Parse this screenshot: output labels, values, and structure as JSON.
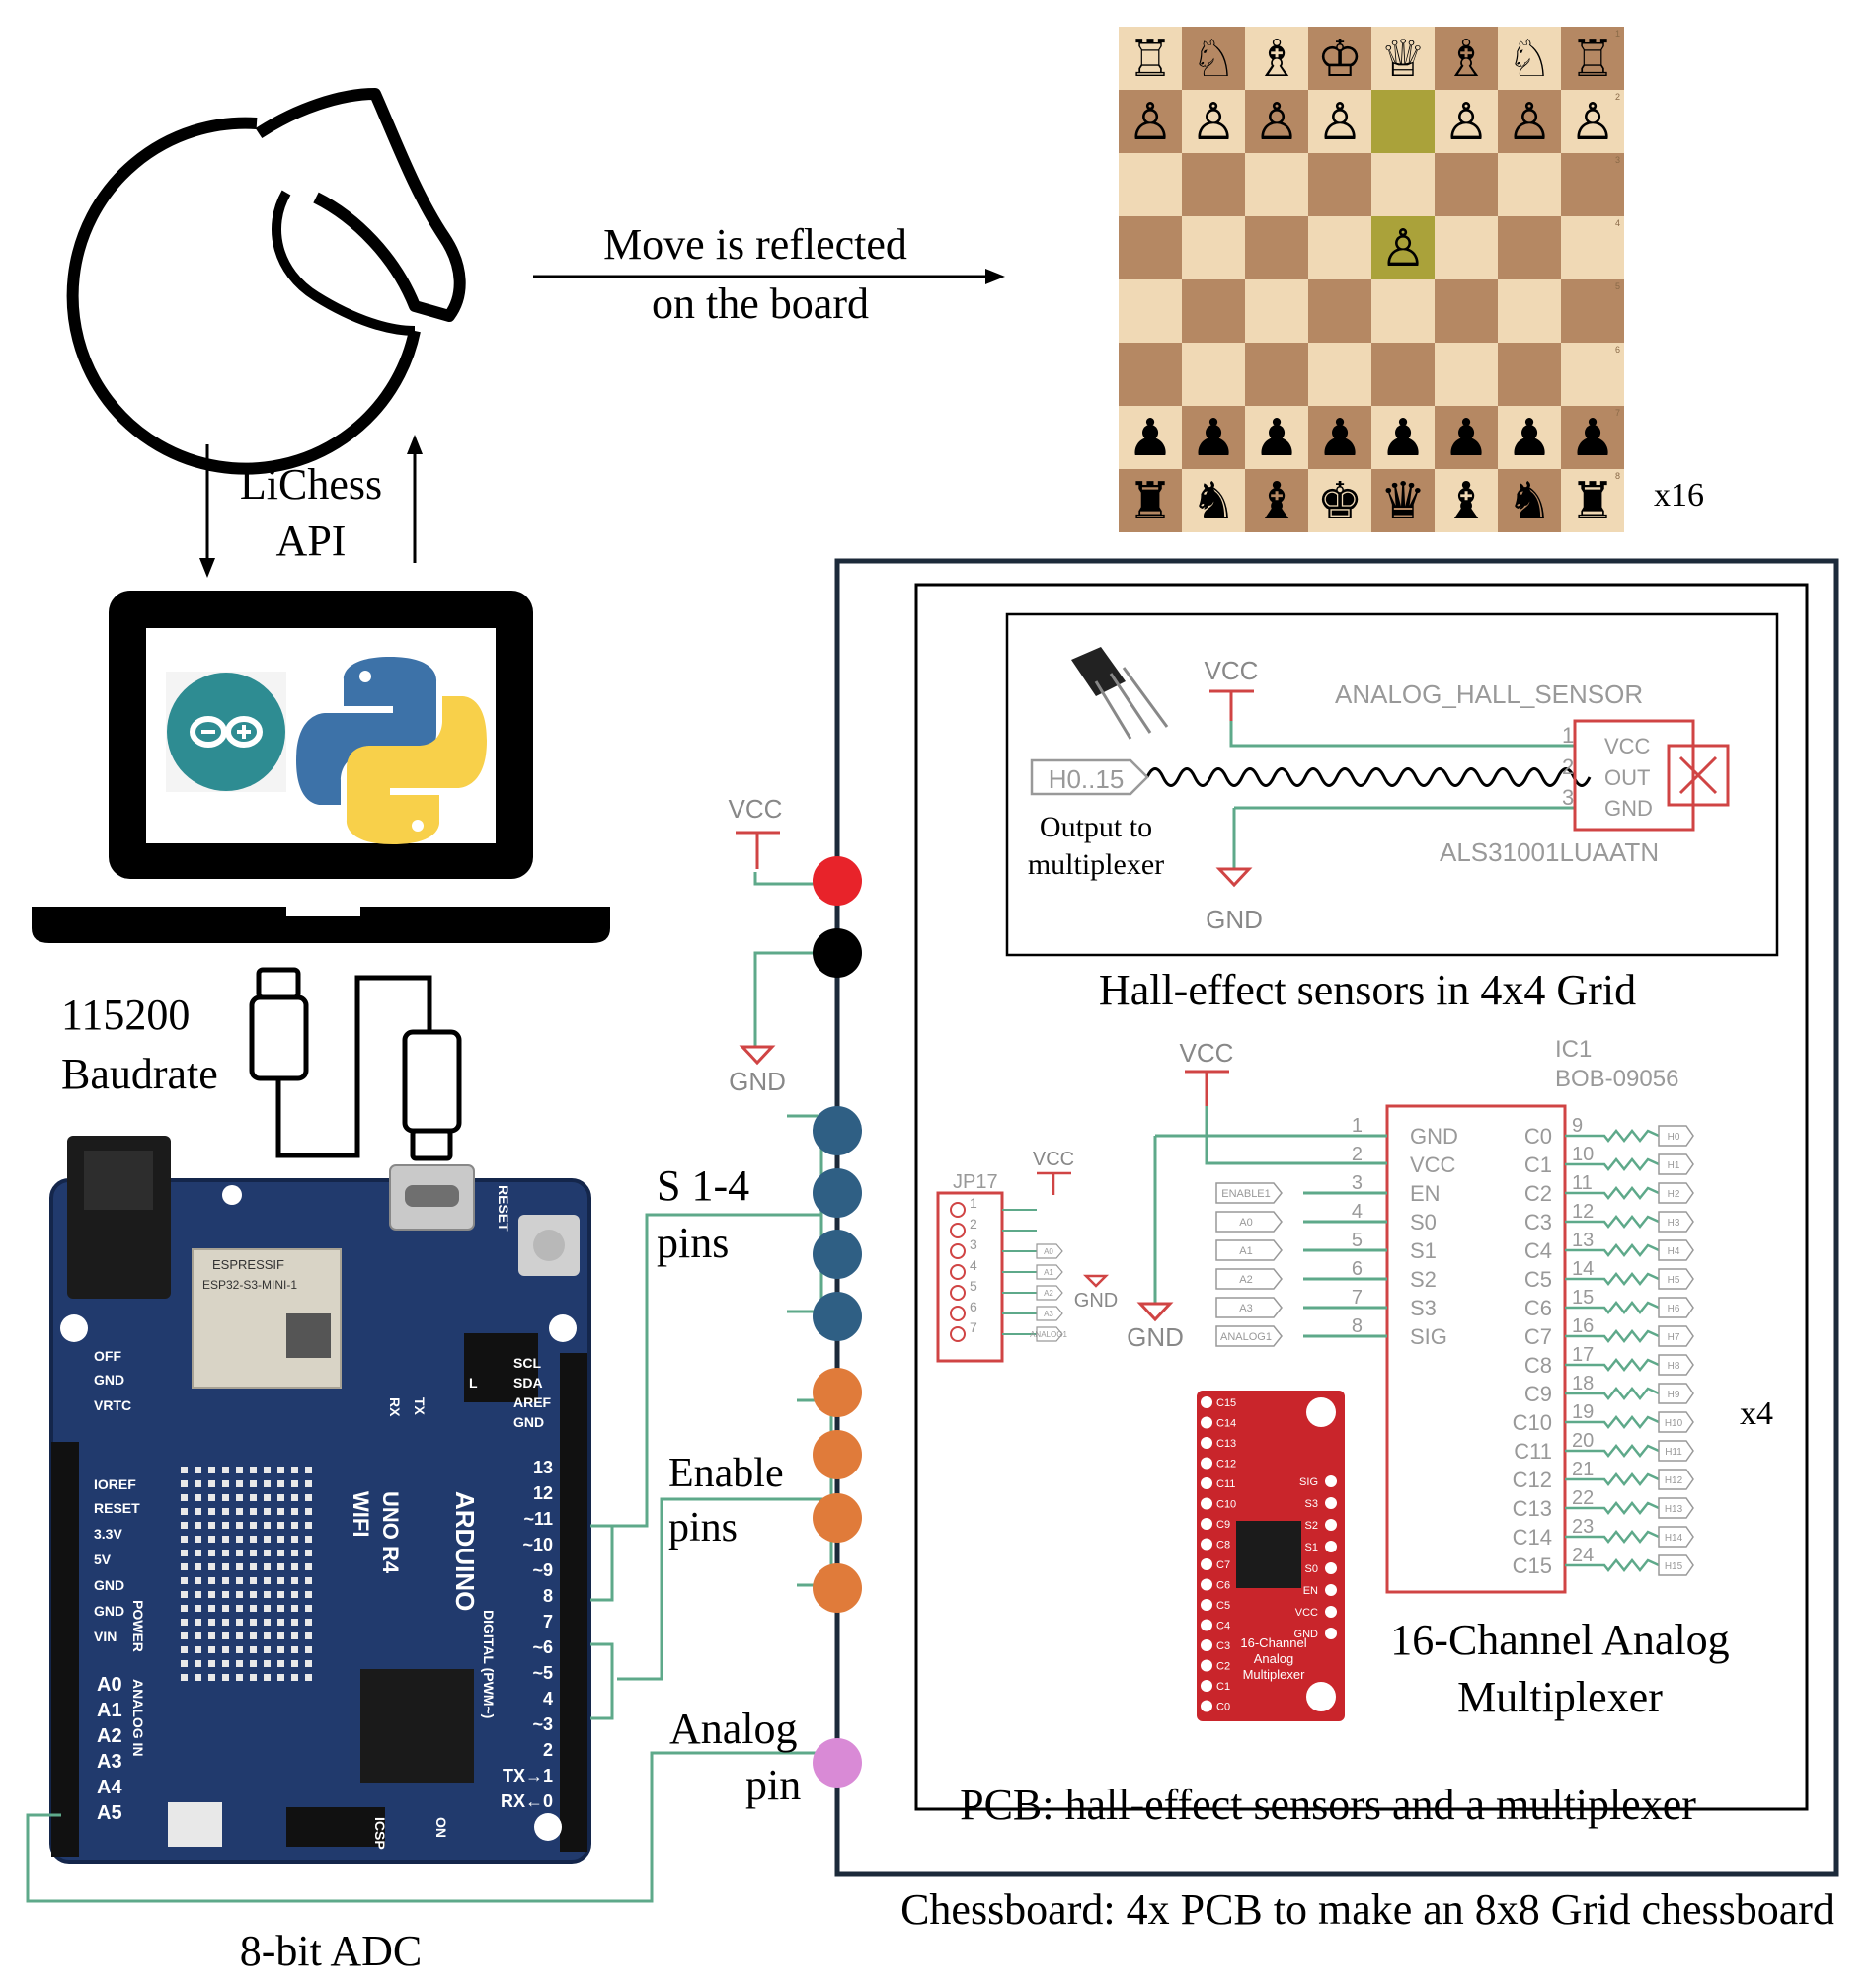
{
  "top": {
    "move_label_1": "Move is reflected",
    "move_label_2": "on the board",
    "api_label_1": "LiChess",
    "api_label_2": "API",
    "baud_1": "115200",
    "baud_2": "Baudrate",
    "board_multiplier": "x16"
  },
  "chessboard": {
    "light": "#f0d9b5",
    "dark": "#b58863",
    "highlight": "#aaa23a",
    "rank_numbers": [
      "1",
      "2",
      "3",
      "4",
      "5",
      "6",
      "7",
      "8"
    ],
    "rows": [
      [
        "♖",
        "♘",
        "♗",
        "♔",
        "♕",
        "♗",
        "♘",
        "♖"
      ],
      [
        "♙",
        "♙",
        "♙",
        "♙",
        "",
        "♙",
        "♙",
        "♙"
      ],
      [
        "",
        "",
        "",
        "",
        "",
        "",
        "",
        ""
      ],
      [
        "",
        "",
        "",
        "",
        "♙",
        "",
        "",
        ""
      ],
      [
        "",
        "",
        "",
        "",
        "",
        "",
        "",
        ""
      ],
      [
        "",
        "",
        "",
        "",
        "",
        "",
        "",
        ""
      ],
      [
        "♟",
        "♟",
        "♟",
        "♟",
        "♟",
        "♟",
        "♟",
        "♟"
      ],
      [
        "♜",
        "♞",
        "♝",
        "♚",
        "♛",
        "♝",
        "♞",
        "♜"
      ]
    ]
  },
  "pins": {
    "vcc": "VCC",
    "gnd": "GND",
    "s_label_1": "S 1-4",
    "s_label_2": "pins",
    "enable_1": "Enable",
    "enable_2": "pins",
    "analog_1": "Analog",
    "analog_2": "pin",
    "colors": {
      "vcc": "#e8232a",
      "gnd": "#000000",
      "s": "#2f5f84",
      "enable": "#e07b3a",
      "analog": "#d98ad6"
    }
  },
  "sensor": {
    "vcc": "VCC",
    "gnd": "GND",
    "part": "ANALOG_HALL_SENSOR",
    "net": "H0..15",
    "out_1": "Output to",
    "out_2": "multiplexer",
    "pins": [
      "VCC",
      "OUT",
      "GND"
    ],
    "pin_nums": [
      "1",
      "2",
      "3"
    ],
    "model": "ALS31001LUAATN",
    "caption": "Hall-effect sensors in 4x4 Grid"
  },
  "mux": {
    "ic_ref": "IC1",
    "ic_name": "BOB-09056",
    "vcc": "VCC",
    "gnd": "GND",
    "left_pins": [
      "GND",
      "VCC",
      "EN",
      "S0",
      "S1",
      "S2",
      "S3",
      "SIG"
    ],
    "left_nums": [
      "1",
      "2",
      "3",
      "4",
      "5",
      "6",
      "7",
      "8"
    ],
    "right_pins": [
      "C0",
      "C1",
      "C2",
      "C3",
      "C4",
      "C5",
      "C6",
      "C7",
      "C8",
      "C9",
      "C10",
      "C11",
      "C12",
      "C13",
      "C14",
      "C15"
    ],
    "right_nums": [
      "9",
      "10",
      "11",
      "12",
      "13",
      "14",
      "15",
      "16",
      "17",
      "18",
      "19",
      "20",
      "21",
      "22",
      "23",
      "24"
    ],
    "h_labels": [
      "H0",
      "H1",
      "H2",
      "H3",
      "H4",
      "H5",
      "H6",
      "H7",
      "H8",
      "H9",
      "H10",
      "H11",
      "H12",
      "H13",
      "H14",
      "H15"
    ],
    "left_nets": [
      "ENABLE1",
      "A0",
      "A1",
      "A2",
      "A3",
      "ANALOG1"
    ],
    "jp": "JP17",
    "jp_nums": [
      "1",
      "2",
      "3",
      "4",
      "5",
      "6",
      "7"
    ],
    "jp_nets": [
      "A0",
      "A1",
      "A2",
      "A3",
      "ANALOG1"
    ],
    "jp_vcc": "VCC",
    "jp_gnd": "GND",
    "caption_1": "16-Channel Analog",
    "caption_2": "Multiplexer",
    "multiplier": "x4",
    "breakout_left": [
      "C15",
      "C14",
      "C13",
      "C12",
      "C11",
      "C10",
      "C9",
      "C8",
      "C7",
      "C6",
      "C5",
      "C4",
      "C3",
      "C2",
      "C1",
      "C0"
    ],
    "breakout_right": [
      "SIG",
      "S3",
      "S2",
      "S1",
      "S0",
      "EN",
      "VCC",
      "GND"
    ],
    "breakout_text": [
      "16-Channel",
      "Analog",
      "Multiplexer"
    ]
  },
  "pcb_caption": "PCB: hall-effect sensors and a multiplexer",
  "chessboard_caption": "Chessboard: 4x PCB to make an 8x8 Grid chessboard",
  "adc_caption": "8-bit ADC",
  "arduino": {
    "module_brand": "ESPRESSIF",
    "module_name": "ESP32-S3-MINI-1",
    "board_name": "ARDUINO",
    "board_model_1": "UNO R4",
    "board_model_2": "WIFI",
    "left_labels": [
      "OFF",
      "GND",
      "VRTC",
      "IOREF",
      "RESET",
      "3.3V",
      "5V",
      "GND",
      "GND",
      "VIN"
    ],
    "analog_labels": [
      "A0",
      "A1",
      "A2",
      "A3",
      "A4",
      "A5"
    ],
    "digital_nums": [
      "13",
      "12",
      "~11",
      "~10",
      "~9",
      "8",
      "7",
      "~6",
      "~5",
      "4",
      "~3",
      "2",
      "TX→1",
      "RX←0"
    ],
    "header_labels": [
      "SCL",
      "SDA",
      "AREF",
      "GND"
    ],
    "misc": [
      "RESET",
      "ON",
      "ICSP",
      "POWER",
      "ANALOG IN",
      "DIGITAL (PWM~)",
      "L",
      "TX",
      "RX"
    ]
  }
}
